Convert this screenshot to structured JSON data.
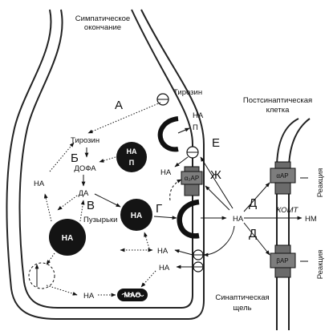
{
  "labels": {
    "terminal": "Симпатическое окончание",
    "terminal_line1": "Симпатическое",
    "terminal_line2": "окончание",
    "postsyn_line1": "Постсинаптическая",
    "postsyn_line2": "клетка",
    "cleft_line1": "Синаптическая",
    "cleft_line2": "щель",
    "tyrosine_top": "Тирозин",
    "tyrosine_inner": "Тирозин",
    "dopa": "ДОФА",
    "da": "ДА",
    "vesicles": "Пузырьки",
    "na": "НА",
    "p": "П",
    "alpha2ar": "α₂АР",
    "alphaar": "αАР",
    "betaar": "βАР",
    "mao": "MAO",
    "comt": "КОМТ",
    "nm": "НМ",
    "reaction": "Реакция"
  },
  "letters": {
    "A": "А",
    "B": "Б",
    "V": "В",
    "G": "Г",
    "D": "Д",
    "E": "Е",
    "Zh": "Ж"
  },
  "colors": {
    "ink": "#111111",
    "receptor_fill": "#6b6b6b",
    "vesicle_fill": "#141414",
    "background": "#ffffff"
  }
}
